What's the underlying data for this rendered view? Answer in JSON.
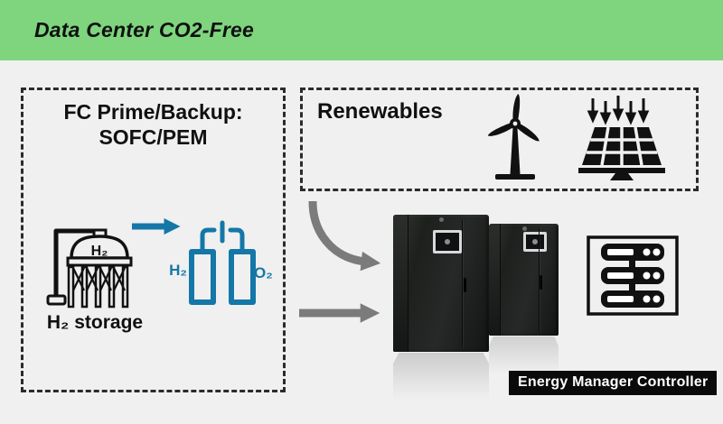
{
  "header": {
    "title": "Data Center CO2-Free"
  },
  "fc_box": {
    "title_line1": "FC Prime/Backup:",
    "title_line2": "SOFC/PEM",
    "tank_label": "H₂",
    "storage_caption": "H₂ storage",
    "electrolyzer_left_label": "H₂",
    "electrolyzer_right_label": "O₂"
  },
  "renewables_box": {
    "title": "Renewables"
  },
  "controller": {
    "label": "Energy Manager Controller"
  },
  "icons": {
    "h2_storage_tank": "h2-storage-tank-icon",
    "flow_arrow_blue": "arrow-right-icon",
    "electrolyzer": "electrolyzer-cylinders-icon",
    "wind_turbine": "wind-turbine-icon",
    "solar_panel": "solar-panel-icon",
    "ups_cabinet": "ups-cabinet",
    "server_rack": "server-rack-icon",
    "flow_arrows_gray": "flow-arrow-icon"
  },
  "colors": {
    "header_bg": "#7ed57e",
    "background": "#f0f0f0",
    "accent_blue": "#1477a8",
    "arrow_gray": "#7b7b7b",
    "ink": "#111111",
    "label_bg": "#0a0a0a",
    "label_text": "#ffffff"
  }
}
